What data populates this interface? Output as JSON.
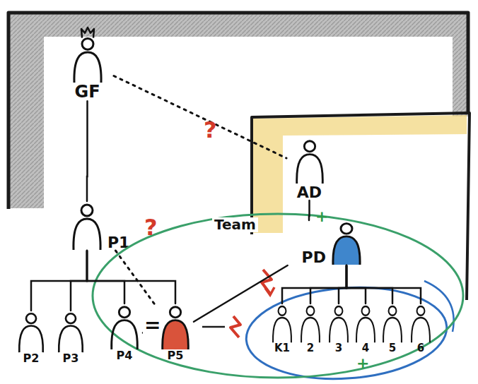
{
  "diagram": {
    "nodes": [
      {
        "text": [
          "GF"
        ]
      },
      {
        "text": [
          "P1"
        ]
      },
      {
        "text": [
          "P2"
        ]
      },
      {
        "text": [
          "P3"
        ]
      },
      {
        "text": [
          "Team"
        ]
      },
      {
        "text": [
          "P4"
        ],
        "in": 4
      },
      {
        "text": [
          "P5"
        ],
        "in": 4
      },
      {
        "text": [
          "AD"
        ]
      },
      {
        "text": [
          "PD"
        ],
        "in": 4
      },
      {
        "text": [
          "K1"
        ],
        "in": 4
      },
      {
        "text": [
          "2"
        ],
        "in": 4
      },
      {
        "text": [
          "3"
        ],
        "in": 4
      },
      {
        "text": [
          "4"
        ],
        "in": 4
      },
      {
        "text": [
          "5"
        ],
        "in": 4
      },
      {
        "text": [
          "6"
        ],
        "in": 4
      }
    ],
    "edges": [
      {
        "from": 0,
        "to": 1,
        "arrow": "none"
      },
      {
        "from": 1,
        "to": 2,
        "arrow": "none"
      },
      {
        "from": 1,
        "to": 3,
        "arrow": "none"
      },
      {
        "from": 1,
        "to": 5,
        "arrow": "none"
      },
      {
        "from": 1,
        "to": 6,
        "arrow": "none"
      },
      {
        "from": 0,
        "to": 7,
        "label": "?",
        "arrow": "none"
      },
      {
        "from": 1,
        "to": 6,
        "label": "?",
        "arrow": "none"
      },
      {
        "from": 5,
        "to": 6,
        "label": "=",
        "arrow": "none"
      },
      {
        "from": 7,
        "to": 8,
        "label": "+",
        "arrow": "none"
      },
      {
        "from": 8,
        "to": 6,
        "arrow": "none"
      },
      {
        "from": 8,
        "to": 9,
        "arrow": "none"
      },
      {
        "from": 8,
        "to": 10,
        "arrow": "none"
      },
      {
        "from": 8,
        "to": 11,
        "arrow": "none"
      },
      {
        "from": 8,
        "to": 12,
        "arrow": "none"
      },
      {
        "from": 8,
        "to": 13,
        "arrow": "none"
      },
      {
        "from": 8,
        "to": 14,
        "arrow": "none"
      }
    ],
    "labels": [
      "+"
    ]
  }
}
